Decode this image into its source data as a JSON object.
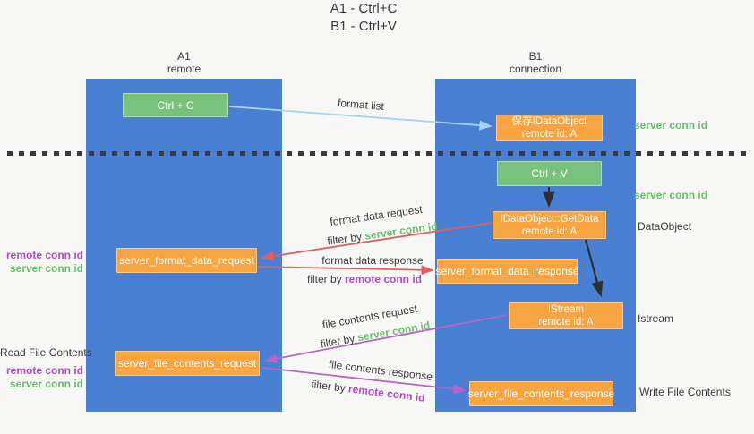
{
  "title": {
    "line1": "A1 - Ctrl+C",
    "line2": "B1 - Ctrl+V"
  },
  "columns": {
    "left": {
      "name": "A1",
      "subtitle": "remote"
    },
    "right": {
      "name": "B1",
      "subtitle": "connection"
    }
  },
  "nodes": {
    "ctrl_c": {
      "label": "Ctrl + C"
    },
    "ctrl_v": {
      "label": "Ctrl + V"
    },
    "save_dataobject": {
      "line1": "保存IDataObject",
      "line2": "remote id: A"
    },
    "getdata": {
      "line1": "IDataObject::GetData",
      "line2": "remote id: A"
    },
    "istream": {
      "line1": "IStream",
      "line2": "remote id: A"
    },
    "server_format_data_request": {
      "label": "server_format_data_request"
    },
    "server_format_data_response": {
      "label": "server_format_data_response"
    },
    "server_file_contents_request": {
      "label": "server_file_contents_request"
    },
    "server_file_contents_response": {
      "label": "server_file_contents_response"
    }
  },
  "flow_labels": {
    "format_list": "format list",
    "format_data_request": "format data request",
    "format_data_response": "format data response",
    "file_contents_request": "file contents request",
    "file_contents_response": "file contents response",
    "filter_by": "filter by ",
    "server_conn_id": "server conn id",
    "remote_conn_id": "remote conn id"
  },
  "side_labels": {
    "left": {
      "remote_conn_id": "remote conn id",
      "server_conn_id": "server conn id",
      "read_file_contents": "Read File Contents"
    },
    "right": {
      "server_conn_id_top": "server conn id",
      "server_conn_id_mid": "server conn id",
      "dataobject": "DataObject",
      "istream": "Istream",
      "write_file_contents": "Write File Contents"
    }
  },
  "colors": {
    "column_blue": "#4a80d4",
    "box_green": "#79c27d",
    "box_orange": "#f8a541",
    "arrow_red": "#e05f5f",
    "arrow_magenta": "#b964c4",
    "arrow_light_blue": "#a9d3ee",
    "arrow_black": "#2f2f2f",
    "text_green": "#6abd6e",
    "text_purple": "#ae4bc5",
    "text_dark": "#3c3c3c"
  }
}
